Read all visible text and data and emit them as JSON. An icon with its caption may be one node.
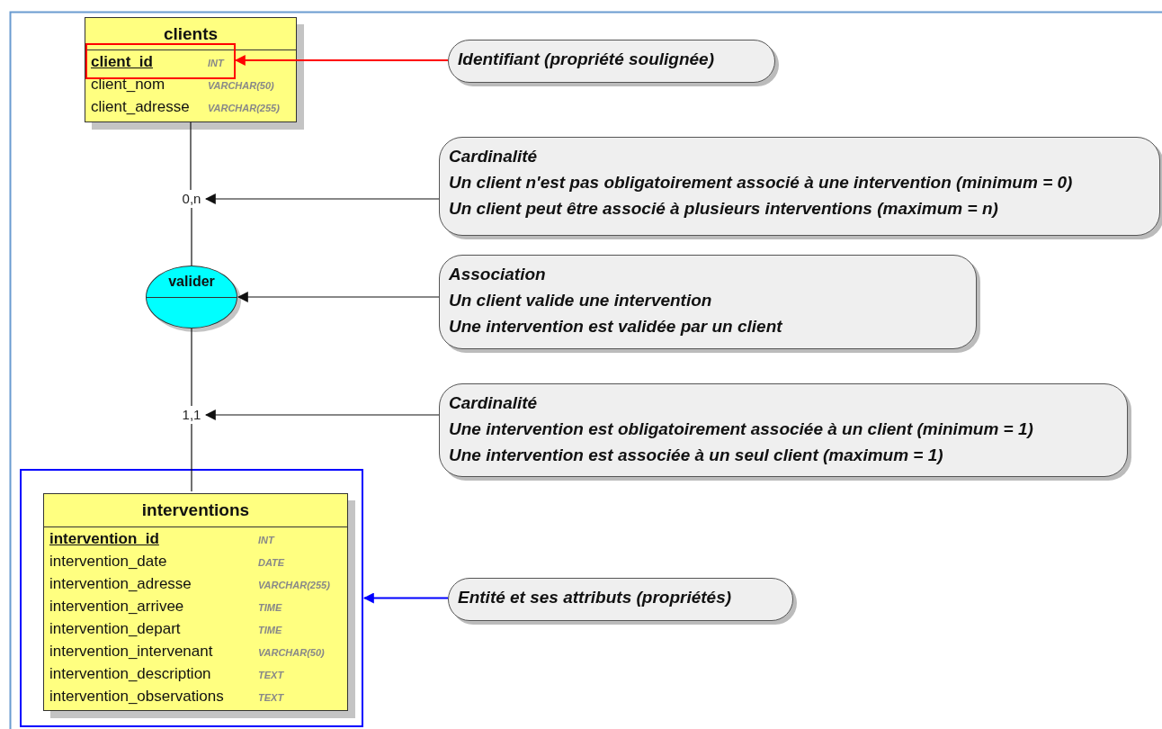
{
  "diagram": {
    "nodes": [
      {
        "text": [
          "clients",
          "client_nom",
          "VARCHAR(50)",
          "client_adresse",
          "VARCHAR(255)"
        ]
      },
      {
        "text": [
          "client_id",
          "INT"
        ],
        "in": 0
      },
      {
        "text": [
          "0,n"
        ]
      },
      {
        "text": [
          "valider"
        ]
      },
      {
        "text": [
          "1,1"
        ]
      },
      {
        "text": [],
        "shape": "box"
      },
      {
        "text": [
          "interventions",
          "intervention_id",
          "INT",
          "intervention_date",
          "DATE",
          "intervention_adresse",
          "VARCHAR(255)",
          "intervention_arrivee",
          "TIME",
          "intervention_depart",
          "TIME",
          "intervention_intervenant",
          "VARCHAR(50)",
          "intervention_description",
          "TEXT",
          "intervention_observations",
          "TEXT"
        ],
        "in": 5
      },
      {
        "text": [
          "Identifiant (propriété soulignée)"
        ]
      },
      {
        "text": [
          "Cardinalité",
          "Un client n'est pas obligatoirement associé à une intervention (minimum = 0)",
          "Un client peut être associé à plusieurs interventions (maximum = n)"
        ]
      },
      {
        "text": [
          "Association",
          "Un client valide une intervention",
          "Une intervention est validée par un client"
        ]
      },
      {
        "text": [
          "Cardinalité",
          "Une intervention est obligatoirement associée à un client (minimum = 1)",
          "Une intervention est associée à un seul client (maximum = 1)"
        ]
      },
      {
        "text": [
          "Entité et ses attributs (propriétés)"
        ]
      }
    ],
    "edges": [
      {
        "from": 0,
        "to": 2,
        "arrow": "none"
      },
      {
        "from": 2,
        "to": 3,
        "arrow": "none"
      },
      {
        "from": 3,
        "to": 4,
        "arrow": "none"
      },
      {
        "from": 4,
        "to": 6,
        "arrow": "none"
      },
      {
        "from": 7,
        "to": 1,
        "arrow": "to",
        "color": "#ff0000"
      },
      {
        "from": 8,
        "to": 2,
        "arrow": "to"
      },
      {
        "from": 9,
        "to": 3,
        "arrow": "to"
      },
      {
        "from": 10,
        "to": 4,
        "arrow": "to"
      },
      {
        "from": 11,
        "to": 5,
        "arrow": "to",
        "color": "#0000ff"
      }
    ]
  }
}
